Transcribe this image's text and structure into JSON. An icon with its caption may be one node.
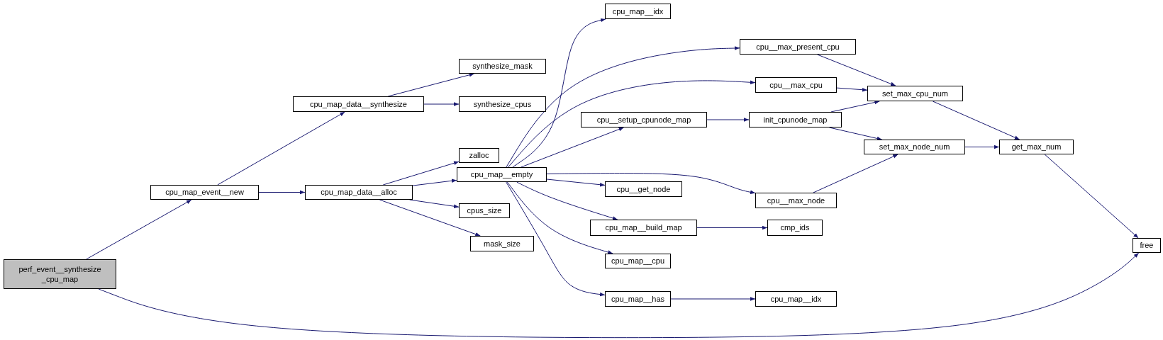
{
  "diagram": {
    "nodes": [
      {
        "text": [
          "perf_event__synthesize _cpu_map"
        ]
      },
      {
        "text": [
          "cpu_map_event__new"
        ]
      },
      {
        "text": [
          "cpu_map_data__synthesize"
        ]
      },
      {
        "text": [
          "synthesize_mask"
        ]
      },
      {
        "text": [
          "synthesize_cpus"
        ]
      },
      {
        "text": [
          "cpu_map_data__alloc"
        ]
      },
      {
        "text": [
          "zalloc"
        ]
      },
      {
        "text": [
          "cpu_map__empty"
        ]
      },
      {
        "text": [
          "cpus_size"
        ]
      },
      {
        "text": [
          "mask_size"
        ]
      },
      {
        "text": [
          "cpu_map__idx"
        ]
      },
      {
        "text": [
          "cpu__max_present_cpu"
        ]
      },
      {
        "text": [
          "cpu__max_cpu"
        ]
      },
      {
        "text": [
          "cpu__setup_cpunode_map"
        ]
      },
      {
        "text": [
          "init_cpunode_map"
        ]
      },
      {
        "text": [
          "set_max_cpu_num"
        ]
      },
      {
        "text": [
          "cpu__max_node"
        ]
      },
      {
        "text": [
          "set_max_node_num"
        ]
      },
      {
        "text": [
          "get_max_num"
        ]
      },
      {
        "text": [
          "cpu__get_node"
        ]
      },
      {
        "text": [
          "cpu_map__build_map"
        ]
      },
      {
        "text": [
          "cmp_ids"
        ]
      },
      {
        "text": [
          "cpu_map__cpu"
        ]
      },
      {
        "text": [
          "cpu_map__has"
        ]
      },
      {
        "text": [
          "cpu_map__idx"
        ]
      },
      {
        "text": [
          "free"
        ]
      }
    ],
    "edges": [
      {
        "from": 0,
        "to": 1,
        "arrow": "to"
      },
      {
        "from": 0,
        "to": 25,
        "arrow": "to"
      },
      {
        "from": 1,
        "to": 2,
        "arrow": "to"
      },
      {
        "from": 1,
        "to": 5,
        "arrow": "to"
      },
      {
        "from": 2,
        "to": 3,
        "arrow": "to"
      },
      {
        "from": 2,
        "to": 4,
        "arrow": "to"
      },
      {
        "from": 5,
        "to": 6,
        "arrow": "to"
      },
      {
        "from": 5,
        "to": 7,
        "arrow": "to"
      },
      {
        "from": 5,
        "to": 8,
        "arrow": "to"
      },
      {
        "from": 5,
        "to": 9,
        "arrow": "to"
      },
      {
        "from": 7,
        "to": 10,
        "arrow": "to"
      },
      {
        "from": 7,
        "to": 11,
        "arrow": "to"
      },
      {
        "from": 7,
        "to": 12,
        "arrow": "to"
      },
      {
        "from": 7,
        "to": 13,
        "arrow": "to"
      },
      {
        "from": 7,
        "to": 16,
        "arrow": "to"
      },
      {
        "from": 7,
        "to": 19,
        "arrow": "to"
      },
      {
        "from": 7,
        "to": 20,
        "arrow": "to"
      },
      {
        "from": 7,
        "to": 22,
        "arrow": "to"
      },
      {
        "from": 7,
        "to": 23,
        "arrow": "to"
      },
      {
        "from": 11,
        "to": 15,
        "arrow": "to"
      },
      {
        "from": 12,
        "to": 15,
        "arrow": "to"
      },
      {
        "from": 13,
        "to": 14,
        "arrow": "to"
      },
      {
        "from": 14,
        "to": 15,
        "arrow": "to"
      },
      {
        "from": 14,
        "to": 17,
        "arrow": "to"
      },
      {
        "from": 15,
        "to": 18,
        "arrow": "to"
      },
      {
        "from": 16,
        "to": 17,
        "arrow": "to"
      },
      {
        "from": 17,
        "to": 18,
        "arrow": "to"
      },
      {
        "from": 18,
        "to": 25,
        "arrow": "to"
      },
      {
        "from": 20,
        "to": 21,
        "arrow": "to"
      },
      {
        "from": 23,
        "to": 24,
        "arrow": "to"
      }
    ]
  }
}
